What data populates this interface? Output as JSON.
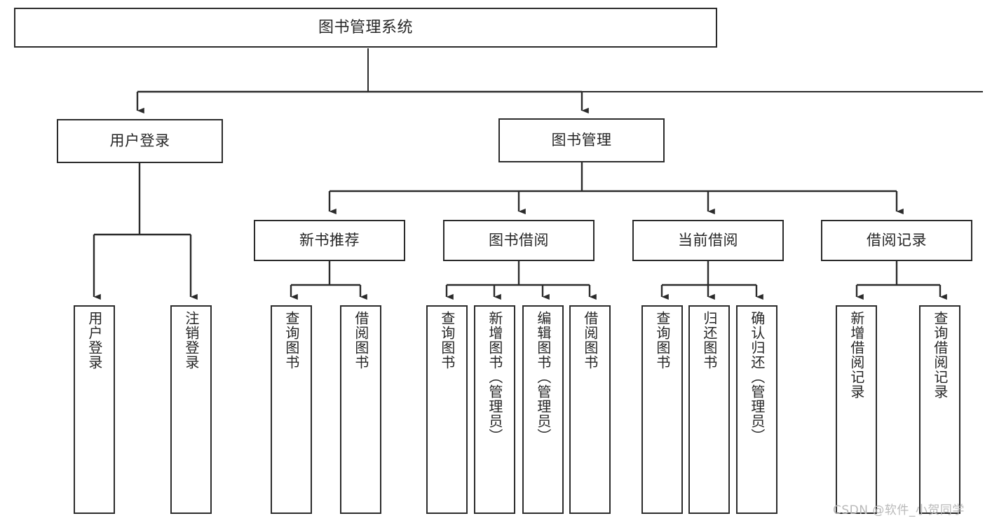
{
  "diagram": {
    "type": "tree-hierarchy-chart",
    "title": "图书管理系统",
    "watermark": "CSDN @软件_小贺同学",
    "colors": {
      "stroke": "#2b2b2b",
      "fill": "#ffffff",
      "text": "#262626",
      "watermark": "#b9b9b9"
    },
    "nodes": {
      "root": {
        "label": "图书管理系统",
        "level": 1
      },
      "l2": [
        {
          "id": "user-login",
          "label": "用户登录",
          "level": 2
        },
        {
          "id": "book-manage",
          "label": "图书管理",
          "level": 2
        }
      ],
      "l3": [
        {
          "id": "new-book-rec",
          "label": "新书推荐",
          "level": 3
        },
        {
          "id": "book-borrow",
          "label": "图书借阅",
          "level": 3
        },
        {
          "id": "current-borrow",
          "label": "当前借阅",
          "level": 3
        },
        {
          "id": "borrow-record",
          "label": "借阅记录",
          "level": 3
        }
      ],
      "leaves": {
        "user-login": [
          {
            "id": "leaf-user-login",
            "label": "用户登录"
          },
          {
            "id": "leaf-logout",
            "label": "注销登录"
          }
        ],
        "new-book-rec": [
          {
            "id": "leaf-query-book-1",
            "label": "查询图书"
          },
          {
            "id": "leaf-borrow-book-1",
            "label": "借阅图书"
          }
        ],
        "book-borrow": [
          {
            "id": "leaf-query-book-2",
            "label": "查询图书"
          },
          {
            "id": "leaf-add-book",
            "label": "新增图书（管理员）"
          },
          {
            "id": "leaf-edit-book",
            "label": "编辑图书（管理员）"
          },
          {
            "id": "leaf-borrow-book-2",
            "label": "借阅图书"
          }
        ],
        "current-borrow": [
          {
            "id": "leaf-query-book-3",
            "label": "查询图书"
          },
          {
            "id": "leaf-return-book",
            "label": "归还图书"
          },
          {
            "id": "leaf-confirm-return",
            "label": "确认归还（管理员）"
          }
        ],
        "borrow-record": [
          {
            "id": "leaf-add-record",
            "label": "新增借阅记录"
          },
          {
            "id": "leaf-query-record",
            "label": "查询借阅记录"
          }
        ]
      }
    }
  }
}
